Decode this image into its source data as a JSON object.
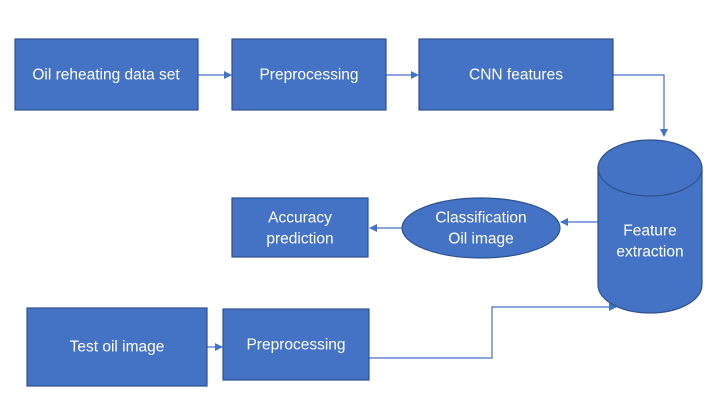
{
  "diagram": {
    "nodes": {
      "dataset": {
        "label": "Oil reheating data set"
      },
      "preprocessing_top": {
        "label": "Preprocessing"
      },
      "cnn": {
        "label": "CNN features"
      },
      "feature_extraction": {
        "lines": [
          "Feature",
          "extraction"
        ]
      },
      "classification": {
        "lines": [
          "Classification",
          "Oil image"
        ]
      },
      "accuracy": {
        "lines": [
          "Accuracy",
          "prediction"
        ]
      },
      "test_image": {
        "label": "Test oil image"
      },
      "preprocessing_bottom": {
        "label": "Preprocessing"
      }
    },
    "colors": {
      "fill": "#4472c4",
      "stroke": "#2f528f",
      "text": "#ffffff",
      "arrow": "#4472c4"
    }
  }
}
